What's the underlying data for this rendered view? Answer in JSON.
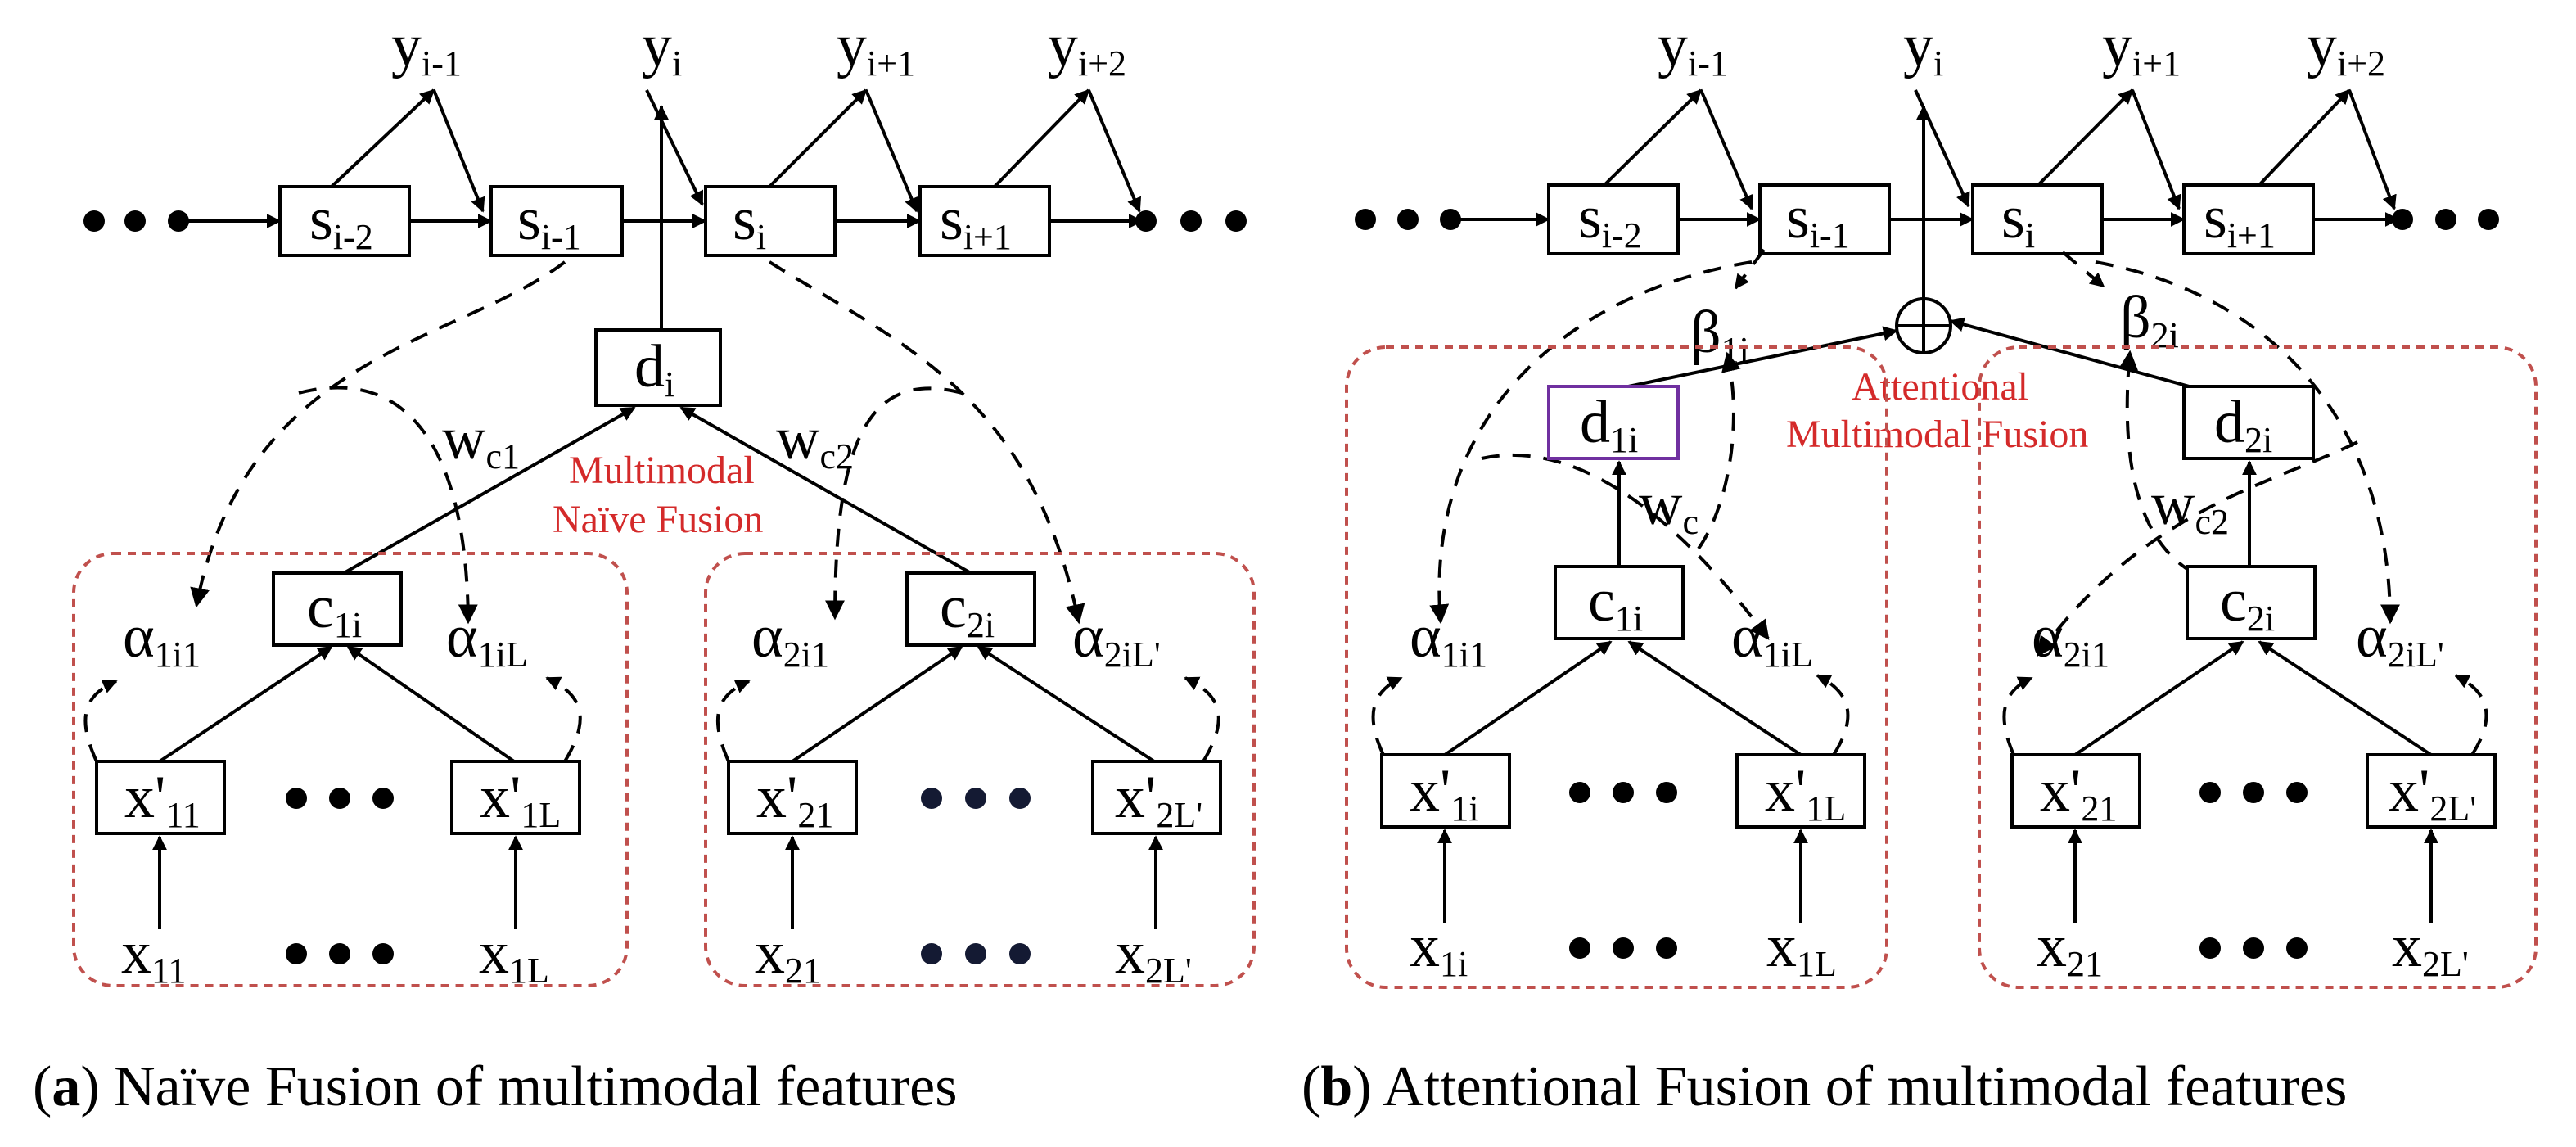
{
  "panel_a": {
    "outputs": [
      {
        "base": "y",
        "sub": "i-1"
      },
      {
        "base": "y",
        "sub": "i"
      },
      {
        "base": "y",
        "sub": "i+1"
      },
      {
        "base": "y",
        "sub": "i+2"
      }
    ],
    "states": [
      {
        "base": "s",
        "sub": "i-2"
      },
      {
        "base": "s",
        "sub": "i-1"
      },
      {
        "base": "s",
        "sub": "i"
      },
      {
        "base": "s",
        "sub": "i+1"
      }
    ],
    "fusion_node": {
      "base": "d",
      "sub": "i"
    },
    "weights": [
      {
        "base": "w",
        "sub": "c1"
      },
      {
        "base": "w",
        "sub": "c2"
      }
    ],
    "fusion_label_1": "Multimodal",
    "fusion_label_2": "Naïve Fusion",
    "modal1": {
      "context": {
        "base": "c",
        "sub": "1i"
      },
      "alpha_first": {
        "base": "α",
        "sub": "1i1"
      },
      "alpha_last": {
        "base": "α",
        "sub": "1iL"
      },
      "enc_first": {
        "base": "x'",
        "sub": "11"
      },
      "enc_last": {
        "base": "x'",
        "sub": "1L"
      },
      "in_first": {
        "base": "x",
        "sub": "11"
      },
      "in_last": {
        "base": "x",
        "sub": "1L"
      }
    },
    "modal2": {
      "context": {
        "base": "c",
        "sub": "2i"
      },
      "alpha_first": {
        "base": "α",
        "sub": "2i1"
      },
      "alpha_last": {
        "base": "α",
        "sub": "2iL'"
      },
      "enc_first": {
        "base": "x'",
        "sub": "21"
      },
      "enc_last": {
        "base": "x'",
        "sub": "2L'"
      },
      "in_first": {
        "base": "x",
        "sub": "21"
      },
      "in_last": {
        "base": "x",
        "sub": "2L'"
      }
    },
    "caption_letter": "a",
    "caption_text": " Naïve Fusion of multimodal features"
  },
  "panel_b": {
    "outputs": [
      {
        "base": "y",
        "sub": "i-1"
      },
      {
        "base": "y",
        "sub": "i"
      },
      {
        "base": "y",
        "sub": "i+1"
      },
      {
        "base": "y",
        "sub": "i+2"
      }
    ],
    "states": [
      {
        "base": "s",
        "sub": "i-2"
      },
      {
        "base": "s",
        "sub": "i-1"
      },
      {
        "base": "s",
        "sub": "i"
      },
      {
        "base": "s",
        "sub": "i+1"
      }
    ],
    "betas": [
      {
        "base": "β",
        "sub": "1i"
      },
      {
        "base": "β",
        "sub": "2i"
      }
    ],
    "fusion_label_1": "Attentional",
    "fusion_label_2": "Multimodal Fusion",
    "modal1": {
      "d": {
        "base": "d",
        "sub": "1i"
      },
      "weight": {
        "base": "w",
        "sub": "c"
      },
      "context": {
        "base": "c",
        "sub": "1i"
      },
      "alpha_first": {
        "base": "α",
        "sub": "1i1"
      },
      "alpha_last": {
        "base": "α",
        "sub": "1iL"
      },
      "enc_first": {
        "base": "x'",
        "sub": "1i"
      },
      "enc_last": {
        "base": "x'",
        "sub": "1L"
      },
      "in_first": {
        "base": "x",
        "sub": "1i"
      },
      "in_last": {
        "base": "x",
        "sub": "1L"
      }
    },
    "modal2": {
      "d": {
        "base": "d",
        "sub": "2i"
      },
      "weight": {
        "base": "w",
        "sub": "c2"
      },
      "context": {
        "base": "c",
        "sub": "2i"
      },
      "alpha_first": {
        "base": "α",
        "sub": "2i1"
      },
      "alpha_last": {
        "base": "α",
        "sub": "2iL'"
      },
      "enc_first": {
        "base": "x'",
        "sub": "21"
      },
      "enc_last": {
        "base": "x'",
        "sub": "2L'"
      },
      "in_first": {
        "base": "x",
        "sub": "21"
      },
      "in_last": {
        "base": "x",
        "sub": "2L'"
      }
    },
    "caption_letter": "b",
    "caption_text": " Attentional Fusion of multimodal features"
  },
  "colors": {
    "line": "#000000",
    "region_border": "#c0504d",
    "fusion_label": "#d42a2a",
    "d1i_border": "#7030a0"
  }
}
